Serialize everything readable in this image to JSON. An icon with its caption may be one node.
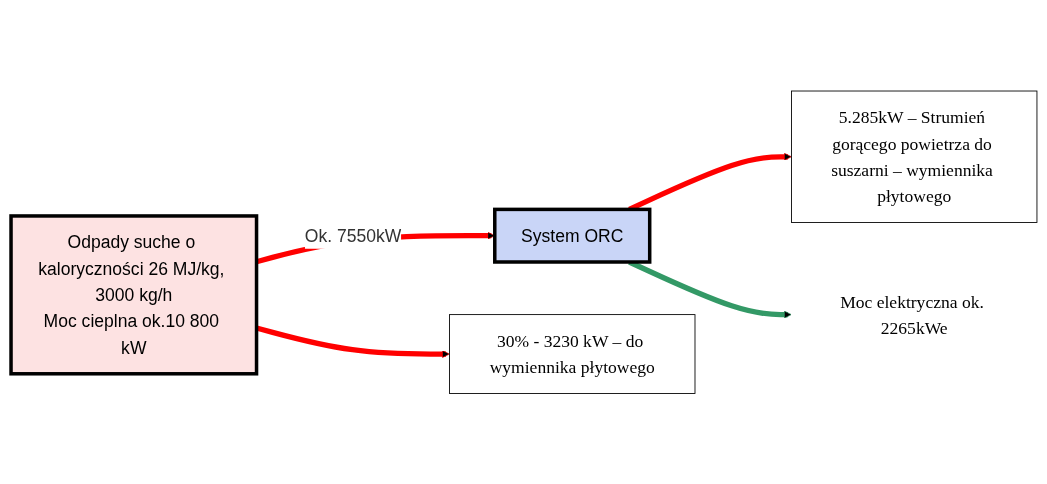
{
  "diagram": {
    "nodes": [
      {
        "text": [
          "Odpady suche o kaloryczności 26 MJ/kg, 3000 kg/h",
          "Moc cieplna ok.10 800 kW"
        ]
      },
      {
        "text": [
          "System ORC"
        ]
      },
      {
        "text": [
          "30% - 3230 kW – do wymiennika płytowego"
        ]
      },
      {
        "text": [
          "5.285kW – Strumień gorącego powietrza do suszarni – wymiennika płytowego"
        ]
      },
      {
        "text": [
          "Moc elektryczna ok. 2265kWe"
        ]
      }
    ],
    "edges": [
      {
        "from": 0,
        "to": 1,
        "arrow": "to",
        "label": "Ok. 7550kW"
      },
      {
        "from": 0,
        "to": 2,
        "arrow": "to"
      },
      {
        "from": 1,
        "to": 3,
        "arrow": "to"
      },
      {
        "from": 1,
        "to": 4,
        "arrow": "to",
        "color": "#339966"
      }
    ]
  }
}
